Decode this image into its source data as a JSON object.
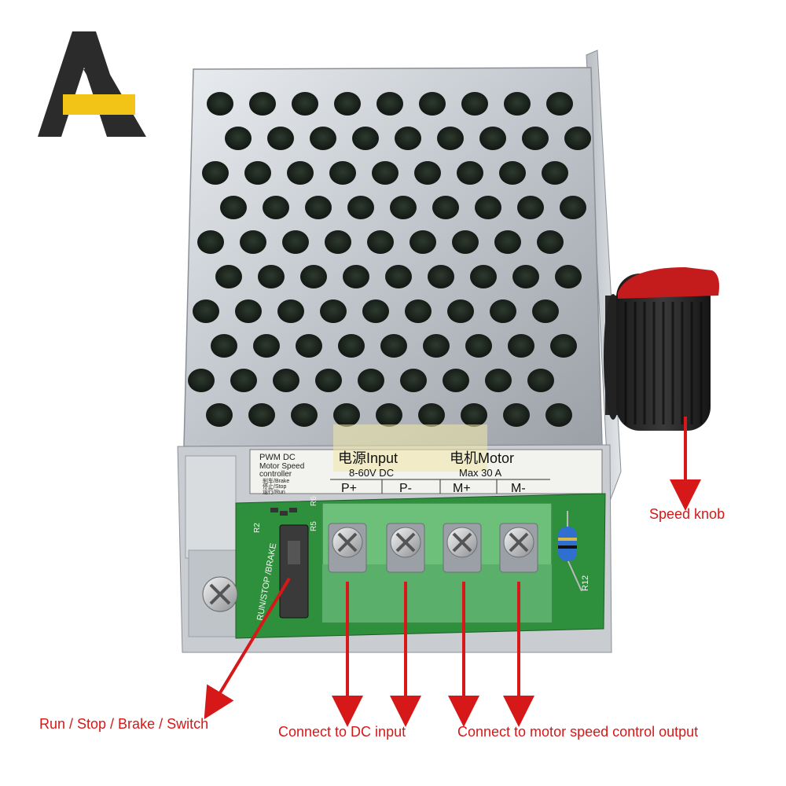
{
  "label": {
    "lines": [
      "PWM DC",
      "Motor Speed",
      "controller"
    ],
    "switch_legend": [
      "刹车/Brake",
      "停止/Stop",
      "运行/Run"
    ],
    "power_input": "电源Input",
    "motor": "电机Motor",
    "voltage": "8-60V DC",
    "current": "Max 30 A",
    "terminals": [
      "P+",
      "P-",
      "M+",
      "M-"
    ]
  },
  "board": {
    "switch_marking": "RUN/STOP /BRAKE",
    "resistor_marking": "R12",
    "board_marks": [
      "R5",
      "R6",
      "R2"
    ]
  },
  "callouts": {
    "speed_knob": "Speed knob",
    "switch": "Run / Stop / Brake / Switch",
    "dc_input": "Connect to DC input",
    "motor_output": "Connect to motor speed control output"
  },
  "colors": {
    "arrow": "#d61818",
    "logo_dark": "#2b2b2b",
    "logo_accent": "#f2c418",
    "pcb": "#2e8f3c",
    "terminal_block": "#6cc07a",
    "knob_cap": "#c41c1c"
  },
  "icons": [
    "brand-logo-icon",
    "arrow-icon"
  ]
}
